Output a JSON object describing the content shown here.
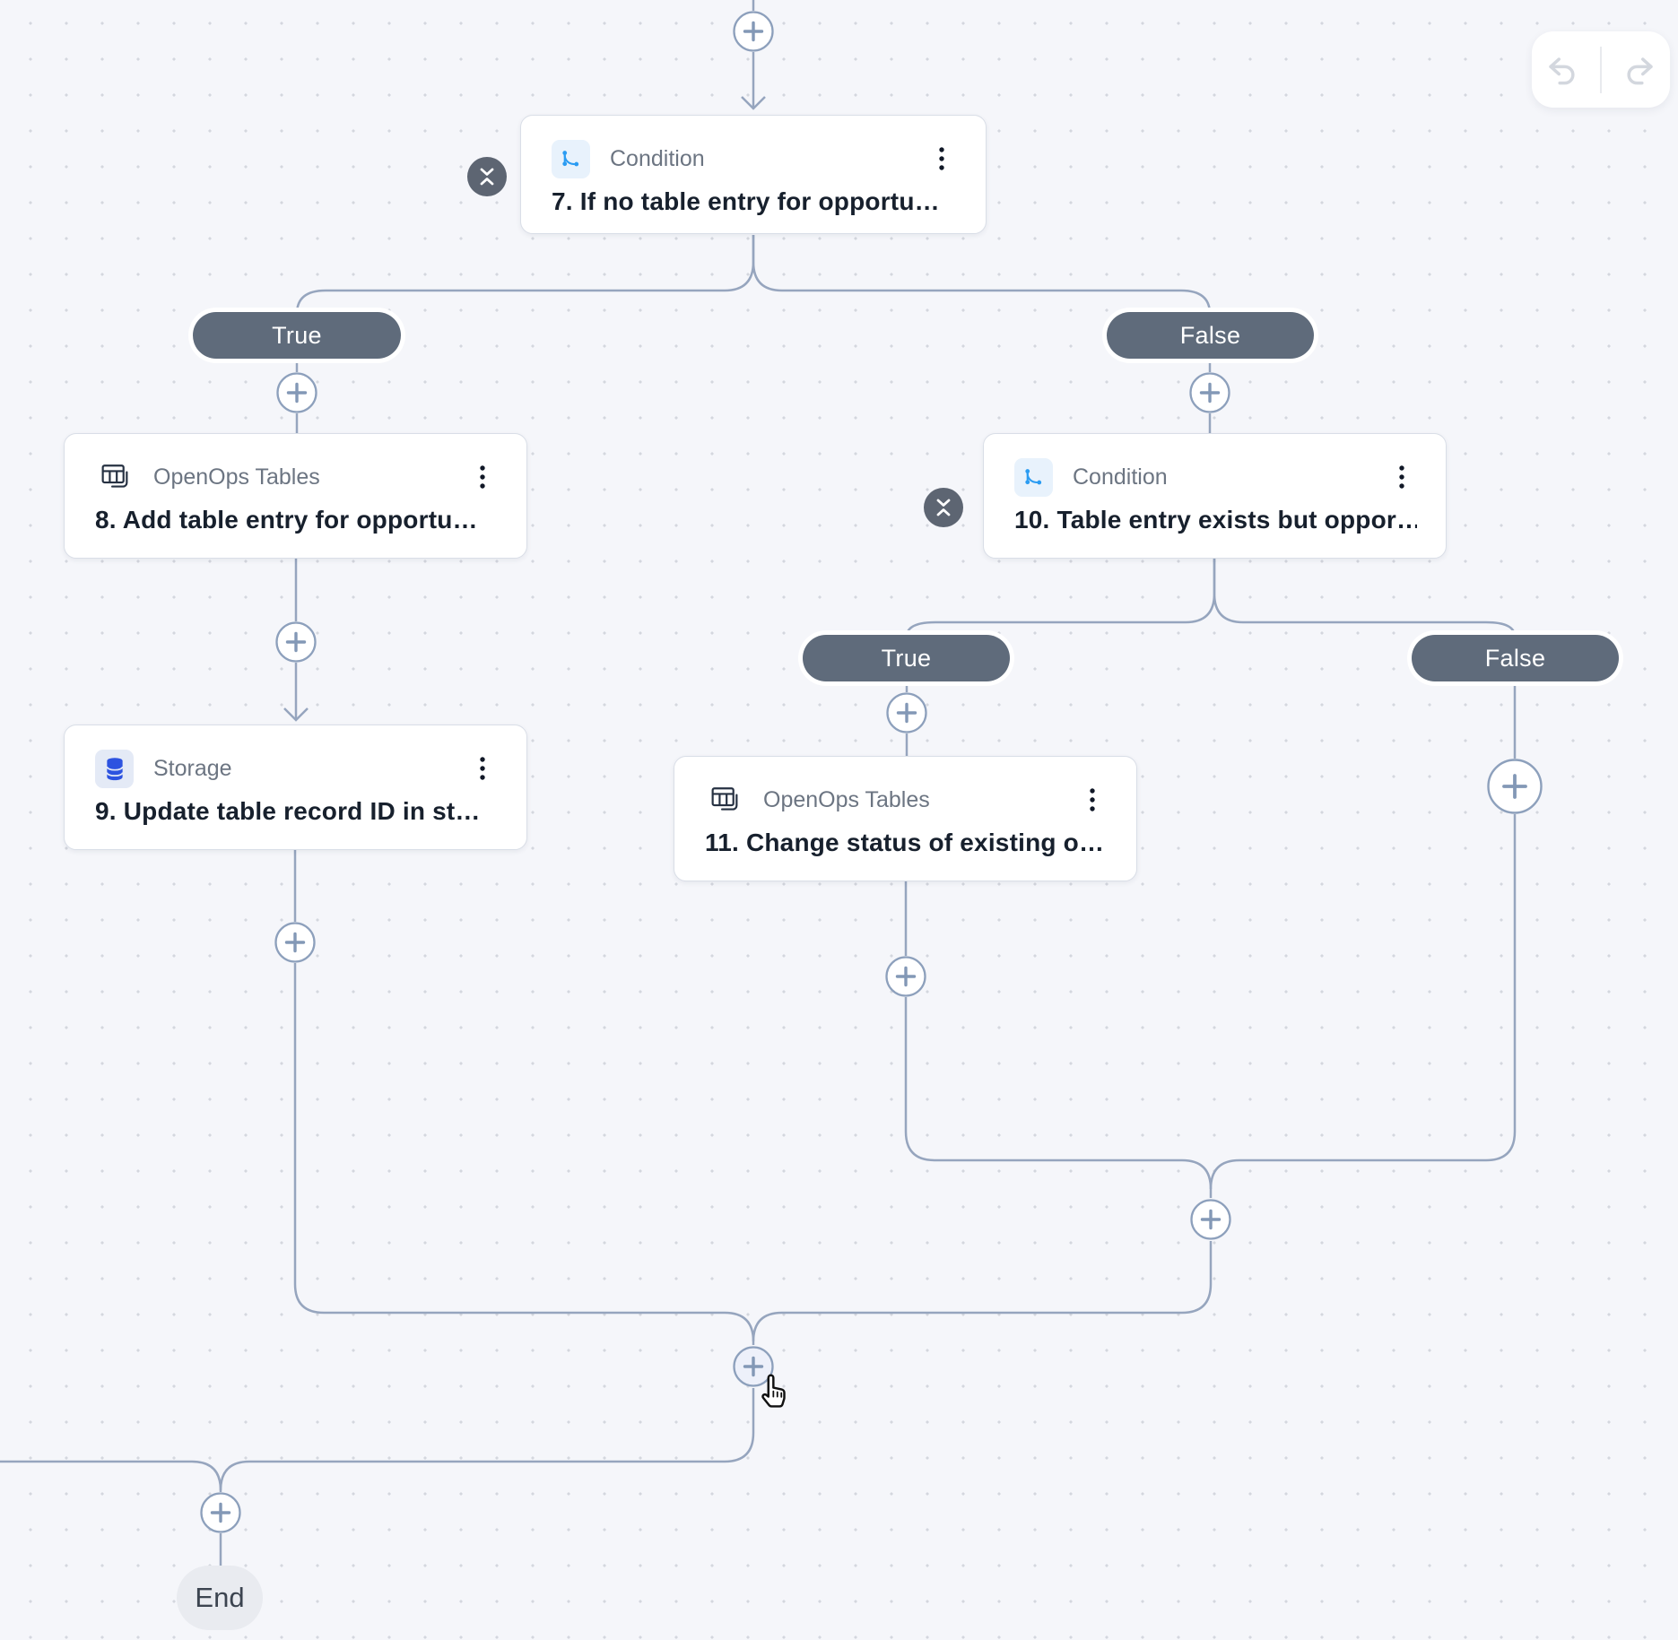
{
  "canvas": {
    "background": "#f5f6fa",
    "dot_color": "#d4d7de",
    "line_color": "#96a5be"
  },
  "toolbar": {
    "undo_icon": "undo-arrow",
    "redo_icon": "redo-arrow",
    "icon_color": "#d3d7de"
  },
  "nodes": {
    "n7": {
      "type": "Condition",
      "title": "7. If no table entry for opportu…",
      "icon": "branch-icon",
      "icon_color": "#2b9cf2"
    },
    "n8": {
      "type": "OpenOps Tables",
      "title": "8. Add table entry for opportu…",
      "icon": "table-stack-icon",
      "icon_color": "#263142"
    },
    "n9": {
      "type": "Storage",
      "title": "9. Update table record ID in st…",
      "icon": "database-icon",
      "icon_color": "#2d53e0"
    },
    "n10": {
      "type": "Condition",
      "title": "10. Table entry exists but oppor…",
      "icon": "branch-icon",
      "icon_color": "#2b9cf2"
    },
    "n11": {
      "type": "OpenOps Tables",
      "title": "11. Change status of existing o…",
      "icon": "table-stack-icon",
      "icon_color": "#263142"
    }
  },
  "branch_labels": {
    "true": "True",
    "false": "False"
  },
  "end_label": "End",
  "icons": {
    "menu": "kebab-menu-icon",
    "collapse": "collapse-vertical-icon",
    "add": "plus-icon",
    "cursor": "hand-pointer-icon"
  },
  "colors": {
    "badge_bg": "#5f6b7b",
    "collapse_bg": "#5d6572",
    "node_border": "#d9dee7",
    "plus_stroke": "#8da0bc",
    "end_pill_bg": "#e9ebf0",
    "title_text": "#17202d",
    "type_text": "#6c7582"
  }
}
